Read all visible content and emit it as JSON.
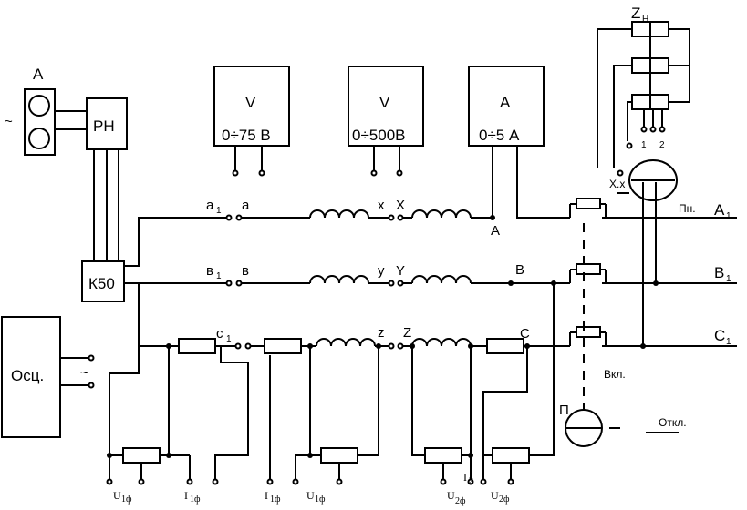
{
  "labels": {
    "ammeter_top": "A",
    "regulator": "РН",
    "k50": "К50",
    "oscilloscope": "Осц.",
    "tilde_left": "~",
    "tilde_osc": "~",
    "volt1_title": "V",
    "volt1_range": "0÷75 В",
    "volt2_title": "V",
    "volt2_range": "0÷500В",
    "amm_title": "A",
    "amm_range": "0÷5 А",
    "load": "Z",
    "load_sub": "Н",
    "a1": "а",
    "a1_sub": "1",
    "a": "а",
    "x": "x",
    "X": "X",
    "A_node": "A",
    "b1": "в",
    "b1_sub": "1",
    "b": "в",
    "y": "y",
    "Y": "Y",
    "B_node": "B",
    "c1": "c",
    "c1_sub": "1",
    "z": "z",
    "Z": "Z",
    "C_node": "C",
    "A1": "A",
    "A1_sub": "1",
    "B1": "B",
    "B1_sub": "1",
    "C1": "C",
    "C1_sub": "1",
    "pn": "Пн.",
    "vkl": "Вкл.",
    "otkl": "Откл.",
    "P": "П",
    "XX": "X.x",
    "tap1": "1",
    "tap2": "2",
    "U1f": "U",
    "U1f_sub": "1ф",
    "I1f": "I",
    "I1f_sub": "1ф",
    "I1fB": "I",
    "I1fB_sub": "1ф",
    "U1fB": "U",
    "U1fB_sub": "1ф",
    "I2": "I",
    "I2_sub": "2",
    "U2f": "U",
    "U2f_sub": "2ф",
    "U2fB": "U",
    "U2fB_sub": "2ф"
  }
}
